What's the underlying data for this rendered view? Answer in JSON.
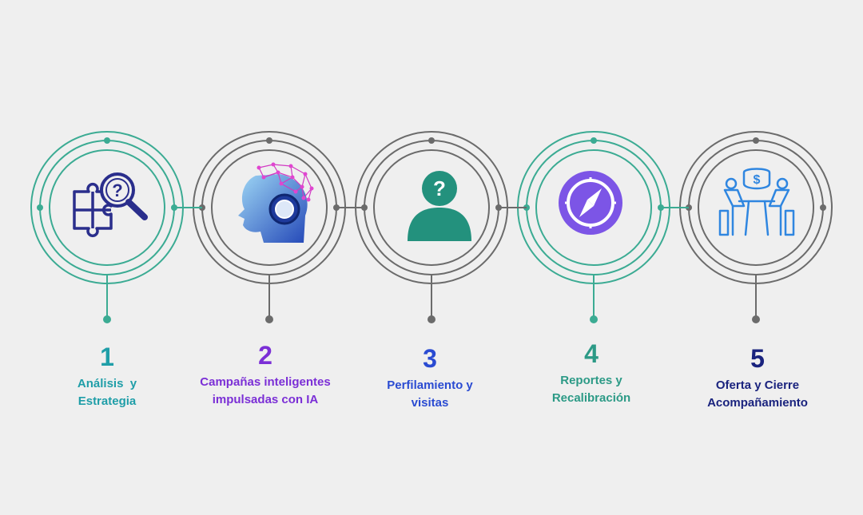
{
  "colors": {
    "teal": "#3bab93",
    "gray": "#6b6b6b",
    "background": "#efefef"
  },
  "steps": [
    {
      "number": "1",
      "title_line1": "Análisis  y",
      "title_line2": "Estrategia",
      "ring": "teal",
      "text_color": "#1f9ea8",
      "icon": "puzzle-magnifier-icon"
    },
    {
      "number": "2",
      "title_line1": "Campañas inteligentes",
      "title_line2": "impulsadas con IA",
      "ring": "gray",
      "text_color": "#7b2fd6",
      "icon": "ai-robot-head-icon"
    },
    {
      "number": "3",
      "title_line1": "Perfilamiento y",
      "title_line2": "visitas",
      "ring": "gray",
      "text_color": "#2a4bd2",
      "icon": "person-question-icon"
    },
    {
      "number": "4",
      "title_line1": "Reportes y",
      "title_line2": "Recalibración",
      "ring": "teal",
      "text_color": "#2c9a86",
      "icon": "compass-icon"
    },
    {
      "number": "5",
      "title_line1": "Oferta y Cierre",
      "title_line2": "Acompañamiento",
      "ring": "gray",
      "text_color": "#1a237e",
      "icon": "meeting-dollar-icon"
    }
  ]
}
